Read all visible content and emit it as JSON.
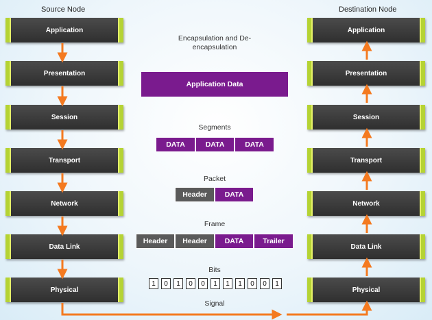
{
  "source_title": "Source Node",
  "destination_title": "Destination Node",
  "layers": [
    "Application",
    "Presentation",
    "Session",
    "Transport",
    "Network",
    "Data Link",
    "Physical"
  ],
  "encap_title": "Encapsulation and De-encapsulation",
  "app_data_label": "Application Data",
  "segments": {
    "title": "Segments",
    "items": [
      "DATA",
      "DATA",
      "DATA"
    ]
  },
  "packet": {
    "title": "Packet",
    "header": "Header",
    "data": "DATA"
  },
  "frame": {
    "title": "Frame",
    "header1": "Header",
    "header2": "Header",
    "data": "DATA",
    "trailer": "Trailer"
  },
  "bits": {
    "title": "Bits",
    "values": [
      "1",
      "0",
      "1",
      "0",
      "0",
      "1",
      "1",
      "1",
      "0",
      "0",
      "1"
    ]
  },
  "signal_label": "Signal",
  "colors": {
    "arrow": "#f47a20",
    "layer_accent": "#b5d334",
    "data_purple": "#7a1b8e",
    "header_gray": "#5a5a5a"
  }
}
